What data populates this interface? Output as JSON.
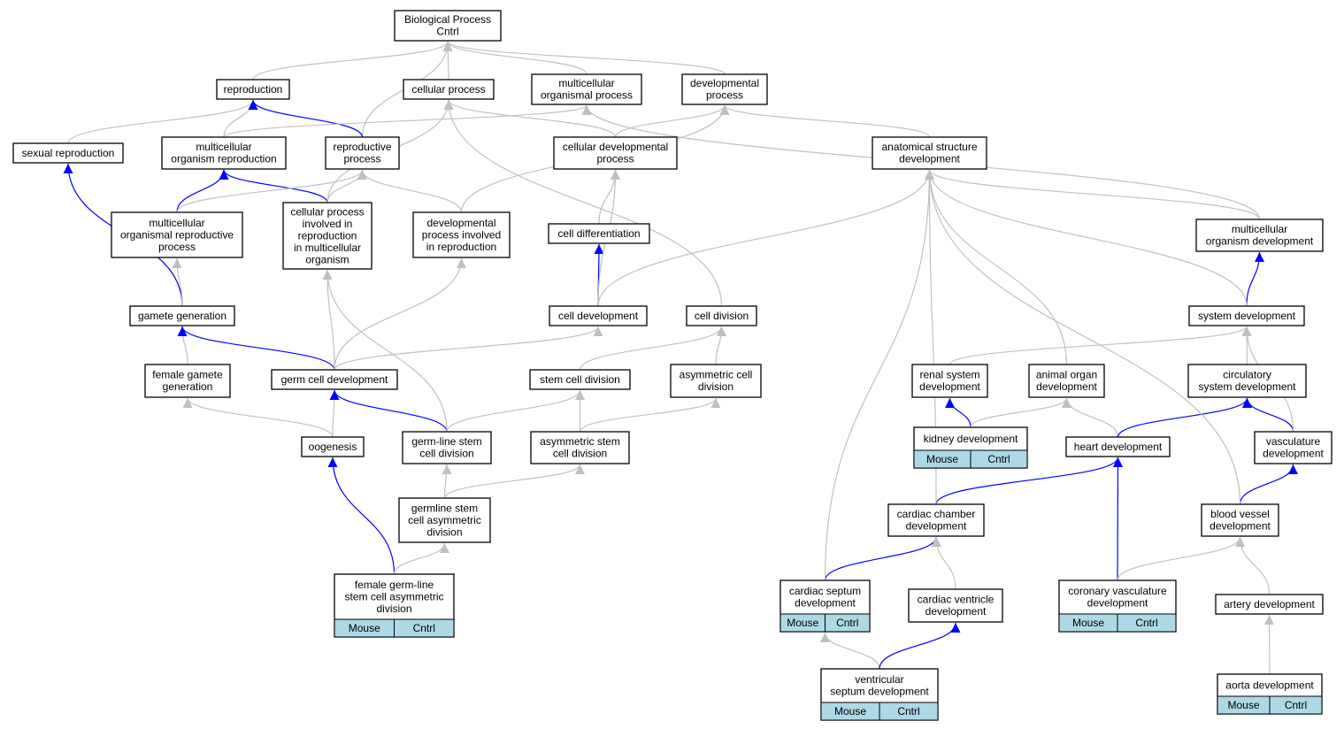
{
  "colors": {
    "gray_edge": "#c0c0c0",
    "blue_edge": "#0000ff",
    "tag_fill": "#add8e6"
  },
  "nodes": [
    {
      "id": "bp",
      "lines": [
        "Biological Process",
        "Cntrl"
      ]
    },
    {
      "id": "rep",
      "lines": [
        "reproduction"
      ]
    },
    {
      "id": "cp",
      "lines": [
        "cellular process"
      ]
    },
    {
      "id": "mop",
      "lines": [
        "multicellular",
        "organismal process"
      ]
    },
    {
      "id": "dp",
      "lines": [
        "developmental",
        "process"
      ]
    },
    {
      "id": "sr",
      "lines": [
        "sexual reproduction"
      ]
    },
    {
      "id": "mor",
      "lines": [
        "multicellular",
        "organism reproduction"
      ]
    },
    {
      "id": "rp",
      "lines": [
        "reproductive",
        "process"
      ]
    },
    {
      "id": "cdp",
      "lines": [
        "cellular developmental",
        "process"
      ]
    },
    {
      "id": "asd",
      "lines": [
        "anatomical structure",
        "development"
      ]
    },
    {
      "id": "morp",
      "lines": [
        "multicellular",
        "organismal reproductive",
        "process"
      ]
    },
    {
      "id": "cpir",
      "lines": [
        "cellular process",
        "involved in",
        "reproduction",
        "in multicellular",
        "organism"
      ]
    },
    {
      "id": "dpir",
      "lines": [
        "developmental",
        "process involved",
        "in reproduction"
      ]
    },
    {
      "id": "cdiff",
      "lines": [
        "cell differentiation"
      ]
    },
    {
      "id": "mod",
      "lines": [
        "multicellular",
        "organism development"
      ]
    },
    {
      "id": "gg",
      "lines": [
        "gamete generation"
      ]
    },
    {
      "id": "cdev",
      "lines": [
        "cell development"
      ]
    },
    {
      "id": "cdiv",
      "lines": [
        "cell division"
      ]
    },
    {
      "id": "sd",
      "lines": [
        "system development"
      ]
    },
    {
      "id": "fgg",
      "lines": [
        "female gamete",
        "generation"
      ]
    },
    {
      "id": "gcd",
      "lines": [
        "germ cell development"
      ]
    },
    {
      "id": "scd",
      "lines": [
        "stem cell division"
      ]
    },
    {
      "id": "acd",
      "lines": [
        "asymmetric cell",
        "division"
      ]
    },
    {
      "id": "rsd",
      "lines": [
        "renal system",
        "development"
      ]
    },
    {
      "id": "aod",
      "lines": [
        "animal organ",
        "development"
      ]
    },
    {
      "id": "csd",
      "lines": [
        "circulatory",
        "system development"
      ]
    },
    {
      "id": "oog",
      "lines": [
        "oogenesis"
      ]
    },
    {
      "id": "glscd",
      "lines": [
        "germ-line stem",
        "cell division"
      ]
    },
    {
      "id": "ascd",
      "lines": [
        "asymmetric stem",
        "cell division"
      ]
    },
    {
      "id": "kd",
      "lines": [
        "kidney development"
      ],
      "tags": [
        "Mouse",
        "Cntrl"
      ]
    },
    {
      "id": "hd",
      "lines": [
        "heart development"
      ]
    },
    {
      "id": "vd",
      "lines": [
        "vasculature",
        "development"
      ]
    },
    {
      "id": "gscad",
      "lines": [
        "germline stem",
        "cell asymmetric",
        "division"
      ]
    },
    {
      "id": "ccd",
      "lines": [
        "cardiac chamber",
        "development"
      ]
    },
    {
      "id": "bvd",
      "lines": [
        "blood vessel",
        "development"
      ]
    },
    {
      "id": "fglscad",
      "lines": [
        "female germ-line",
        "stem cell asymmetric",
        "division"
      ],
      "tags": [
        "Mouse",
        "Cntrl"
      ]
    },
    {
      "id": "csepd",
      "lines": [
        "cardiac septum",
        "development"
      ],
      "tags": [
        "Mouse",
        "Cntrl"
      ]
    },
    {
      "id": "cvd",
      "lines": [
        "cardiac ventricle",
        "development"
      ]
    },
    {
      "id": "cvasd",
      "lines": [
        "coronary vasculature",
        "development"
      ],
      "tags": [
        "Mouse",
        "Cntrl"
      ]
    },
    {
      "id": "ad",
      "lines": [
        "artery development"
      ]
    },
    {
      "id": "vsd",
      "lines": [
        "ventricular",
        "septum development"
      ],
      "tags": [
        "Mouse",
        "Cntrl"
      ]
    },
    {
      "id": "aortad",
      "lines": [
        "aorta development"
      ],
      "tags": [
        "Mouse",
        "Cntrl"
      ]
    }
  ],
  "edges": [
    {
      "from": "rep",
      "to": "bp",
      "color": "gray"
    },
    {
      "from": "cp",
      "to": "bp",
      "color": "gray"
    },
    {
      "from": "mop",
      "to": "bp",
      "color": "gray"
    },
    {
      "from": "dp",
      "to": "bp",
      "color": "gray"
    },
    {
      "from": "rp",
      "to": "bp",
      "color": "gray"
    },
    {
      "from": "sr",
      "to": "rep",
      "color": "gray"
    },
    {
      "from": "mor",
      "to": "rep",
      "color": "gray"
    },
    {
      "from": "rp",
      "to": "rep",
      "color": "blue"
    },
    {
      "from": "mor",
      "to": "mop",
      "color": "gray"
    },
    {
      "from": "cdp",
      "to": "cp",
      "color": "gray"
    },
    {
      "from": "cdp",
      "to": "dp",
      "color": "gray"
    },
    {
      "from": "asd",
      "to": "dp",
      "color": "gray"
    },
    {
      "from": "mod",
      "to": "mop",
      "color": "gray"
    },
    {
      "from": "morp",
      "to": "mor",
      "color": "blue"
    },
    {
      "from": "cpir",
      "to": "mor",
      "color": "blue"
    },
    {
      "from": "morp",
      "to": "rp",
      "color": "gray"
    },
    {
      "from": "cpir",
      "to": "rp",
      "color": "gray"
    },
    {
      "from": "dpir",
      "to": "rp",
      "color": "gray"
    },
    {
      "from": "cpir",
      "to": "cp",
      "color": "gray"
    },
    {
      "from": "dpir",
      "to": "dp",
      "color": "gray"
    },
    {
      "from": "cdiff",
      "to": "cdp",
      "color": "gray"
    },
    {
      "from": "cdev",
      "to": "cdiff",
      "color": "blue"
    },
    {
      "from": "cdev",
      "to": "cdp",
      "color": "gray"
    },
    {
      "from": "cdev",
      "to": "asd",
      "color": "gray"
    },
    {
      "from": "cdiv",
      "to": "cp",
      "color": "gray"
    },
    {
      "from": "mod",
      "to": "asd",
      "color": "gray"
    },
    {
      "from": "sd",
      "to": "mod",
      "color": "blue"
    },
    {
      "from": "sd",
      "to": "asd",
      "color": "gray"
    },
    {
      "from": "gg",
      "to": "sr",
      "color": "blue"
    },
    {
      "from": "gg",
      "to": "morp",
      "color": "gray"
    },
    {
      "from": "fgg",
      "to": "gg",
      "color": "gray"
    },
    {
      "from": "gcd",
      "to": "gg",
      "color": "blue"
    },
    {
      "from": "gcd",
      "to": "cpir",
      "color": "gray"
    },
    {
      "from": "gcd",
      "to": "dpir",
      "color": "gray"
    },
    {
      "from": "gcd",
      "to": "cdev",
      "color": "gray"
    },
    {
      "from": "scd",
      "to": "cdiv",
      "color": "gray"
    },
    {
      "from": "acd",
      "to": "cdiv",
      "color": "gray"
    },
    {
      "from": "rsd",
      "to": "sd",
      "color": "gray"
    },
    {
      "from": "aod",
      "to": "asd",
      "color": "gray"
    },
    {
      "from": "csd",
      "to": "sd",
      "color": "gray"
    },
    {
      "from": "oog",
      "to": "fgg",
      "color": "gray"
    },
    {
      "from": "oog",
      "to": "gcd",
      "color": "gray"
    },
    {
      "from": "glscd",
      "to": "gcd",
      "color": "blue"
    },
    {
      "from": "glscd",
      "to": "cpir",
      "color": "gray"
    },
    {
      "from": "glscd",
      "to": "scd",
      "color": "gray"
    },
    {
      "from": "ascd",
      "to": "scd",
      "color": "gray"
    },
    {
      "from": "ascd",
      "to": "acd",
      "color": "gray"
    },
    {
      "from": "kd",
      "to": "rsd",
      "color": "blue"
    },
    {
      "from": "kd",
      "to": "aod",
      "color": "gray"
    },
    {
      "from": "hd",
      "to": "aod",
      "color": "gray"
    },
    {
      "from": "hd",
      "to": "csd",
      "color": "blue"
    },
    {
      "from": "vd",
      "to": "csd",
      "color": "blue"
    },
    {
      "from": "vd",
      "to": "sd",
      "color": "gray"
    },
    {
      "from": "gscad",
      "to": "glscd",
      "color": "gray"
    },
    {
      "from": "gscad",
      "to": "ascd",
      "color": "gray"
    },
    {
      "from": "ccd",
      "to": "hd",
      "color": "blue"
    },
    {
      "from": "ccd",
      "to": "asd",
      "color": "gray"
    },
    {
      "from": "bvd",
      "to": "vd",
      "color": "blue"
    },
    {
      "from": "bvd",
      "to": "asd",
      "color": "gray"
    },
    {
      "from": "fglscad",
      "to": "oog",
      "color": "blue"
    },
    {
      "from": "fglscad",
      "to": "gscad",
      "color": "gray"
    },
    {
      "from": "csepd",
      "to": "ccd",
      "color": "blue"
    },
    {
      "from": "csepd",
      "to": "asd",
      "color": "gray"
    },
    {
      "from": "cvd",
      "to": "ccd",
      "color": "gray"
    },
    {
      "from": "cvasd",
      "to": "hd",
      "color": "blue"
    },
    {
      "from": "cvasd",
      "to": "bvd",
      "color": "gray"
    },
    {
      "from": "ad",
      "to": "bvd",
      "color": "gray"
    },
    {
      "from": "vsd",
      "to": "csepd",
      "color": "gray"
    },
    {
      "from": "vsd",
      "to": "cvd",
      "color": "blue"
    },
    {
      "from": "aortad",
      "to": "ad",
      "color": "gray"
    }
  ]
}
